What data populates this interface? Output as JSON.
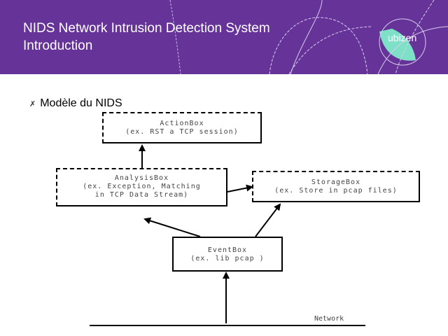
{
  "header": {
    "title_line1": "NIDS Network Intrusion Detection System",
    "title_line2": "Introduction",
    "logo": "ubizen",
    "background_color": "#663399",
    "logo_accent_color": "#7fe0c8"
  },
  "bullet": {
    "marker": "✗",
    "text": "Modèle du NIDS"
  },
  "diagram": {
    "boxes": {
      "action": {
        "title": "ActionBox",
        "example": "(ex. RST a TCP session)"
      },
      "analysis": {
        "title": "AnalysisBox",
        "example_line1": "(ex. Exception, Matching",
        "example_line2": "in TCP Data Stream)"
      },
      "storage": {
        "title": "StorageBox",
        "example": "(ex. Store in pcap files)"
      },
      "event": {
        "title": "EventBox",
        "example": "(ex. lib pcap )"
      }
    },
    "network_label": "Network"
  }
}
